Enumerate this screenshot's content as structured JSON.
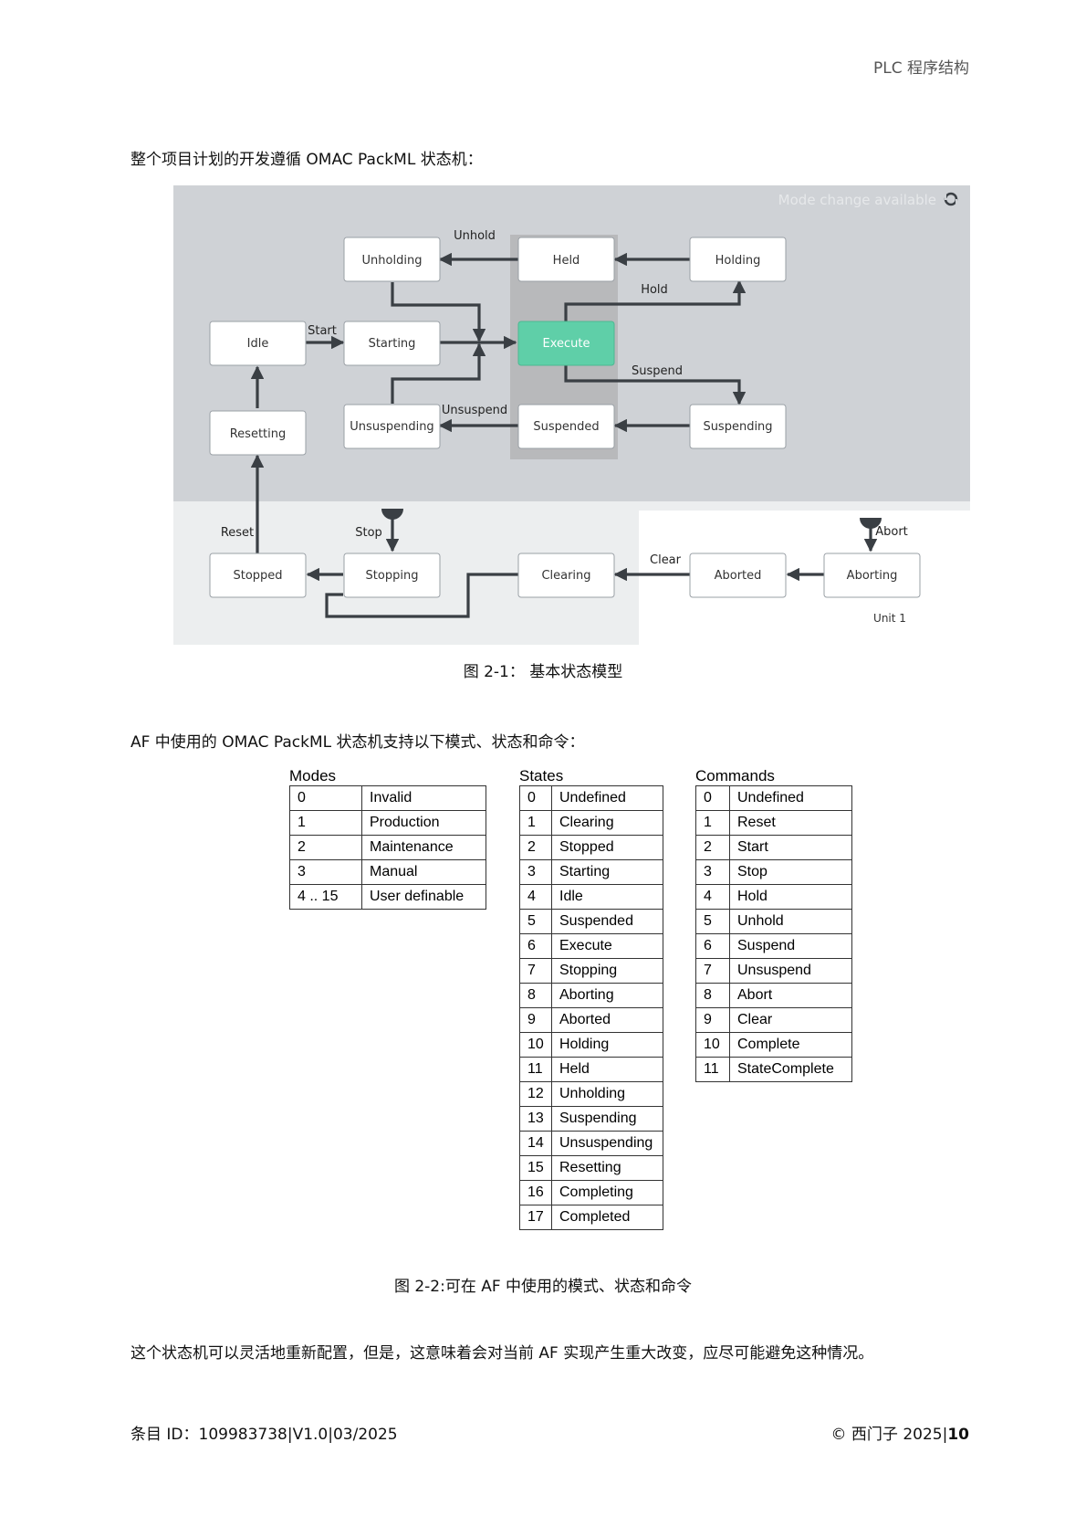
{
  "header": {
    "title": "PLC 程序结构"
  },
  "intro_text": "整个项目计划的开发遵循 OMAC PackML 状态机：",
  "diagram": {
    "mode_change": "Mode change available",
    "unit_label": "Unit 1",
    "states": {
      "unholding": "Unholding",
      "held": "Held",
      "holding": "Holding",
      "idle": "Idle",
      "starting": "Starting",
      "execute": "Execute",
      "resetting": "Resetting",
      "unsuspending": "Unsuspending",
      "suspended": "Suspended",
      "suspending": "Suspending",
      "stopped": "Stopped",
      "stopping": "Stopping",
      "clearing": "Clearing",
      "aborted": "Aborted",
      "aborting": "Aborting"
    },
    "transitions": {
      "unhold": "Unhold",
      "hold": "Hold",
      "start": "Start",
      "suspend": "Suspend",
      "unsuspend": "Unsuspend",
      "reset": "Reset",
      "stop": "Stop",
      "clear": "Clear",
      "abort": "Abort"
    },
    "colors": {
      "execute": "#5fcfa8",
      "upper_bg": "#cfd2d6",
      "lower_bg": "#eceeef",
      "arrow": "#3a3f44"
    }
  },
  "figure1_caption": "图 2-1： 基本状态模型",
  "tables_intro": "AF 中使用的 OMAC PackML 状态机支持以下模式、状态和命令：",
  "modes": {
    "title": "Modes",
    "rows": [
      {
        "n": "0",
        "v": "Invalid"
      },
      {
        "n": "1",
        "v": "Production"
      },
      {
        "n": "2",
        "v": "Maintenance"
      },
      {
        "n": "3",
        "v": "Manual"
      },
      {
        "n": "4 .. 15",
        "v": "User definable"
      }
    ]
  },
  "states": {
    "title": "States",
    "rows": [
      {
        "n": "0",
        "v": "Undefined"
      },
      {
        "n": "1",
        "v": "Clearing"
      },
      {
        "n": "2",
        "v": "Stopped"
      },
      {
        "n": "3",
        "v": "Starting"
      },
      {
        "n": "4",
        "v": "Idle"
      },
      {
        "n": "5",
        "v": "Suspended"
      },
      {
        "n": "6",
        "v": "Execute"
      },
      {
        "n": "7",
        "v": "Stopping"
      },
      {
        "n": "8",
        "v": "Aborting"
      },
      {
        "n": "9",
        "v": "Aborted"
      },
      {
        "n": "10",
        "v": "Holding"
      },
      {
        "n": "11",
        "v": "Held"
      },
      {
        "n": "12",
        "v": "Unholding"
      },
      {
        "n": "13",
        "v": "Suspending"
      },
      {
        "n": "14",
        "v": "Unsuspending"
      },
      {
        "n": "15",
        "v": "Resetting"
      },
      {
        "n": "16",
        "v": "Completing"
      },
      {
        "n": "17",
        "v": "Completed"
      }
    ]
  },
  "commands": {
    "title": "Commands",
    "rows": [
      {
        "n": "0",
        "v": "Undefined"
      },
      {
        "n": "1",
        "v": "Reset"
      },
      {
        "n": "2",
        "v": "Start"
      },
      {
        "n": "3",
        "v": "Stop"
      },
      {
        "n": "4",
        "v": "Hold"
      },
      {
        "n": "5",
        "v": "Unhold"
      },
      {
        "n": "6",
        "v": "Suspend"
      },
      {
        "n": "7",
        "v": "Unsuspend"
      },
      {
        "n": "8",
        "v": "Abort"
      },
      {
        "n": "9",
        "v": "Clear"
      },
      {
        "n": "10",
        "v": "Complete"
      },
      {
        "n": "11",
        "v": "StateComplete"
      }
    ]
  },
  "figure2_caption": "图 2-2:可在 AF 中使用的模式、状态和命令",
  "closing_text": "这个状态机可以灵活地重新配置，但是，这意味着会对当前 AF 实现产生重大改变，应尽可能避免这种情况。",
  "footer": {
    "left": "条目 ID：109983738|V1.0|03/2025",
    "right_prefix": "© 西门子 2025|",
    "page": "10"
  }
}
